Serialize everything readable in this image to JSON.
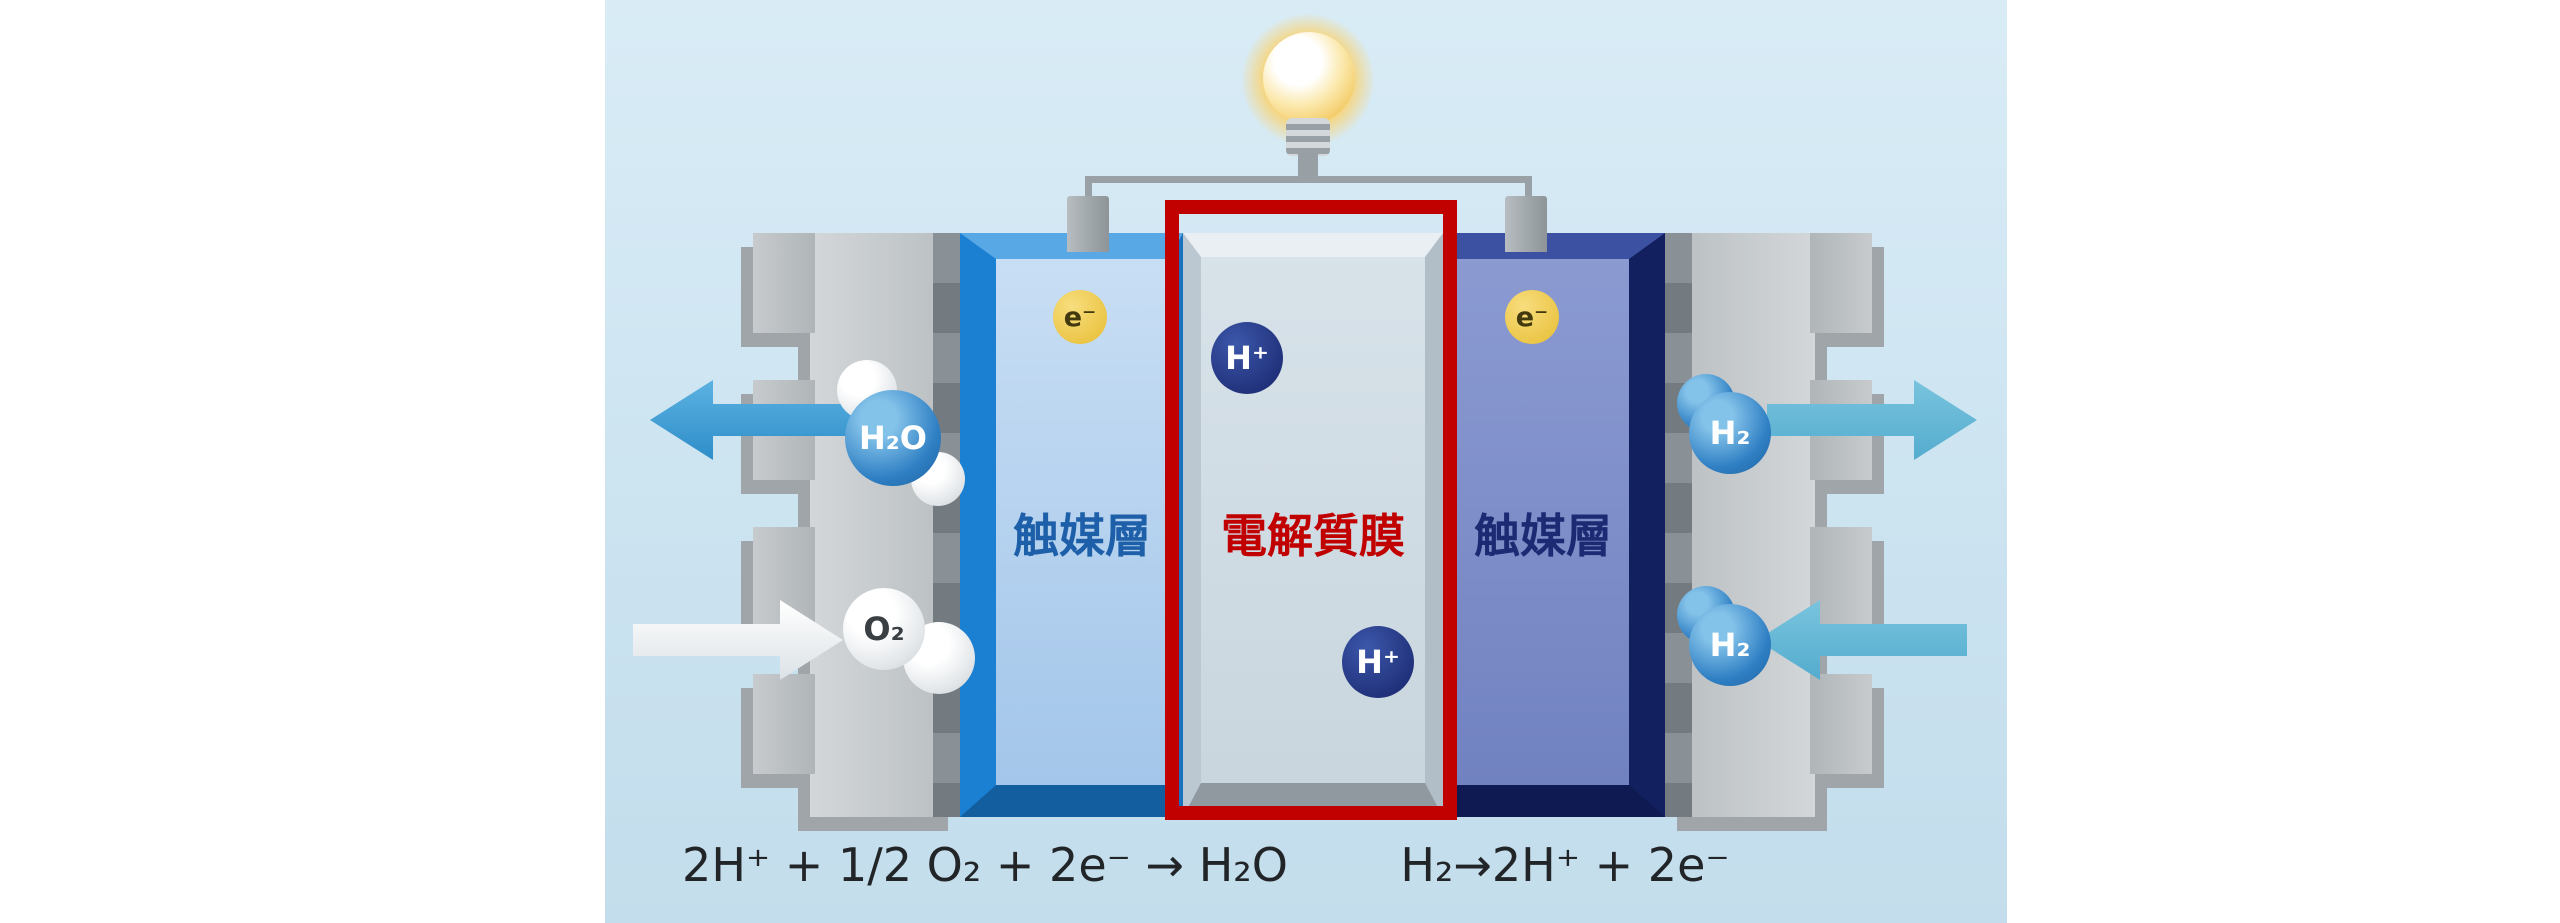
{
  "labels": {
    "catalyst_left": "触媒層",
    "electrolyte_membrane": "電解質膜",
    "catalyst_right": "触媒層"
  },
  "particles": {
    "electron": "e⁻",
    "proton": "H⁺",
    "water": "H₂O",
    "oxygen": "O₂",
    "hydrogen": "H₂"
  },
  "equations": {
    "cathode_reaction": "2H⁺ + 1/2 O₂ + 2e⁻ → H₂O",
    "anode_reaction": "H₂→2H⁺ + 2e⁻"
  },
  "colors": {
    "panel_background": "#cde4f1",
    "membrane_frame": "#c10000",
    "catalyst_left_text": "#1d5fa8",
    "electrolyte_text": "#c10000",
    "catalyst_right_text": "#1b2a72",
    "electron_badge": "#e7bd33",
    "proton_badge": "#17246a",
    "water_arrow": "#3e9ed8",
    "oxygen_arrow": "#f2f5f6",
    "hydrogen_arrow": "#5fb6d8"
  }
}
